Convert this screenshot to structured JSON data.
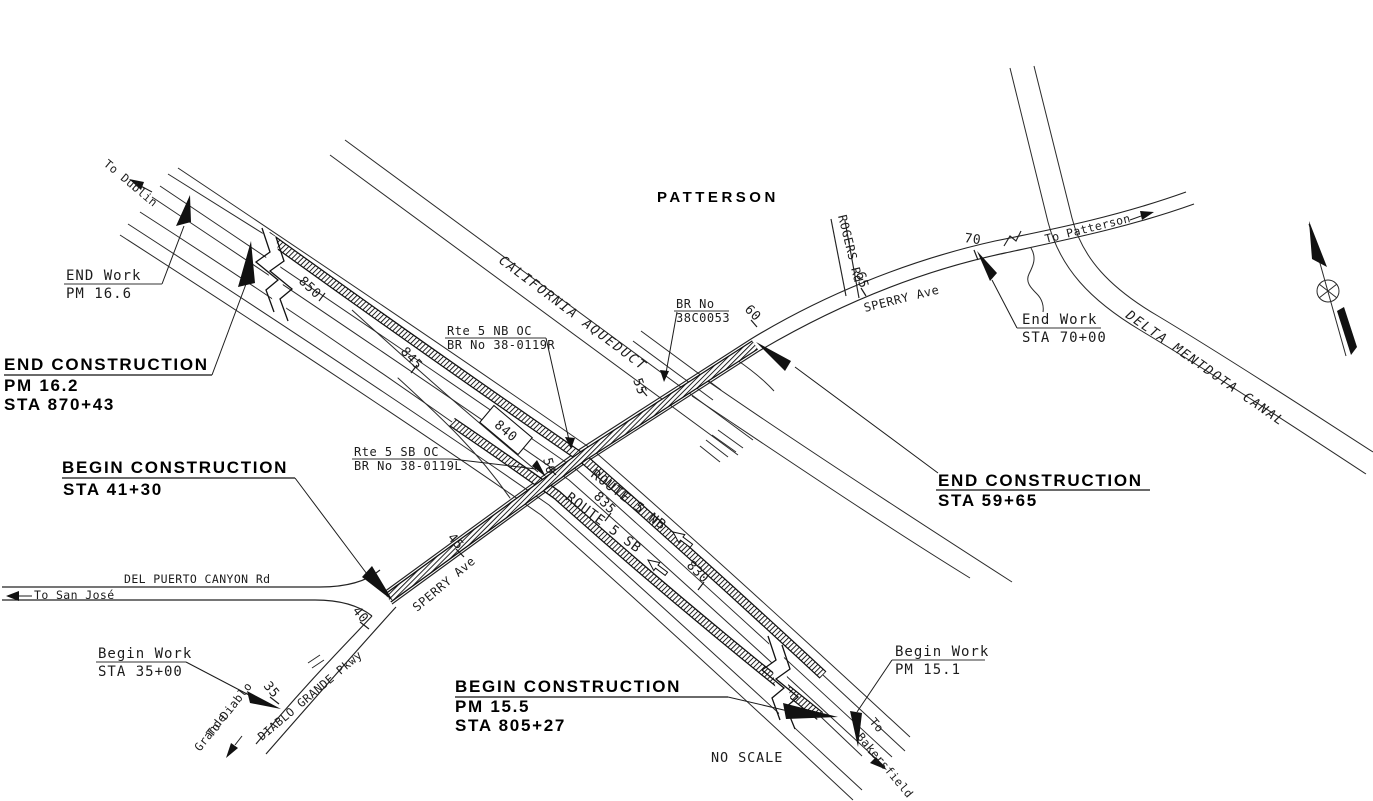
{
  "city": "PATTERSON",
  "scale_note": "NO SCALE",
  "construction_notes": {
    "end_nw": {
      "line1": "END CONSTRUCTION",
      "line2": "PM 16.2",
      "line3": "STA 870+43"
    },
    "begin_w": {
      "line1": "BEGIN CONSTRUCTION",
      "line2": "STA 41+30"
    },
    "begin_s": {
      "line1": "BEGIN CONSTRUCTION",
      "line2": "PM 15.5",
      "line3": "STA 805+27"
    },
    "end_e": {
      "line1": "END CONSTRUCTION",
      "line2": "STA 59+65"
    }
  },
  "work_notes": {
    "end_nw": {
      "line1": "END Work",
      "line2": "PM 16.6"
    },
    "begin_sw": {
      "line1": "Begin Work",
      "line2": "STA 35+00"
    },
    "begin_se": {
      "line1": "Begin Work",
      "line2": "PM 15.1"
    },
    "end_ne": {
      "line1": "End Work",
      "line2": "STA 70+00"
    }
  },
  "bridges": {
    "nb_oc": {
      "line1": "Rte 5 NB OC",
      "line2": "BR No 38-0119R"
    },
    "sb_oc": {
      "line1": "Rte 5 SB OC",
      "line2": "BR No 38-0119L"
    },
    "aqueduct_bridge": {
      "line1": "BR No",
      "line2": "38C0053"
    }
  },
  "roads": {
    "route5_nb": "ROUTE 5 NB",
    "route5_sb": "ROUTE 5 SB",
    "sperry_ave": "SPERRY Ave",
    "del_puerto": "DEL PUERTO CANYON Rd",
    "diablo_pkwy": "DIABLO GRANDE Pkwy",
    "rogers": "ROGERS Rd"
  },
  "waterways": {
    "aqueduct": "CALIFORNIA AQUEDUCT",
    "canal": "DELTA MENTDOTA CANAL"
  },
  "destinations": {
    "dublin": "To Dublin",
    "san_jose": "To San José",
    "patterson": "To Patterson",
    "bakersfield_1": "To",
    "bakersfield_2": "Bakersfield",
    "diablo_1": "To Diablo",
    "diablo_2": "Grande"
  },
  "stations": {
    "freeway": [
      "850",
      "845",
      "840",
      "835",
      "830"
    ],
    "sperry": [
      "35",
      "40",
      "45",
      "50",
      "55",
      "60",
      "65",
      "70"
    ]
  }
}
